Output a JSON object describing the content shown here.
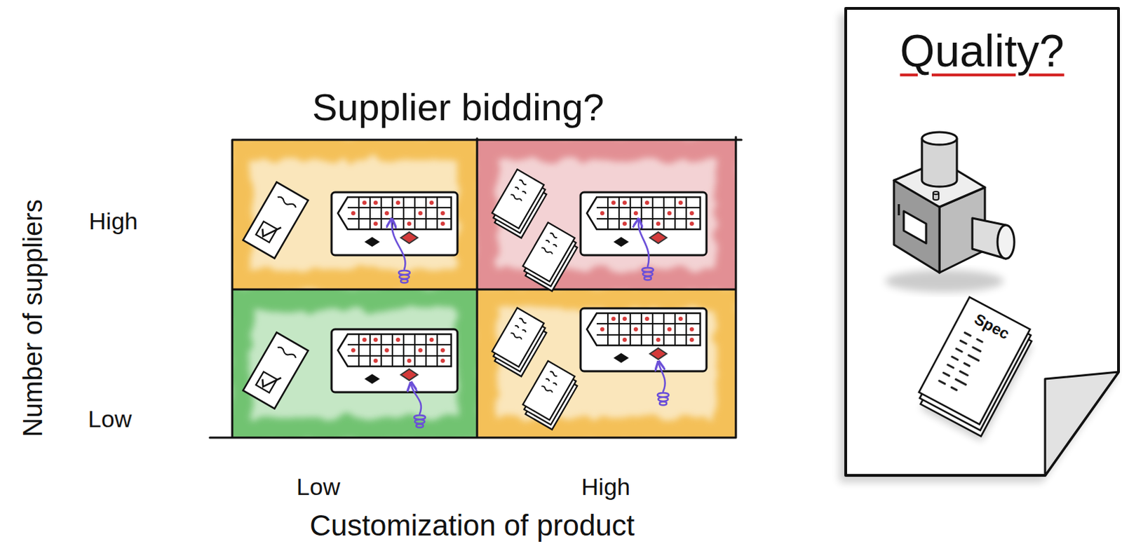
{
  "diagram": {
    "title": "Supplier bidding?",
    "nodes": [
      {
        "text": [
          "Quality?"
        ]
      },
      {
        "text": [
          "Spec"
        ],
        "in": 0
      }
    ],
    "labels": [
      "Number of suppliers",
      "High",
      "Low",
      "Low",
      "High",
      "Customization of product"
    ]
  }
}
